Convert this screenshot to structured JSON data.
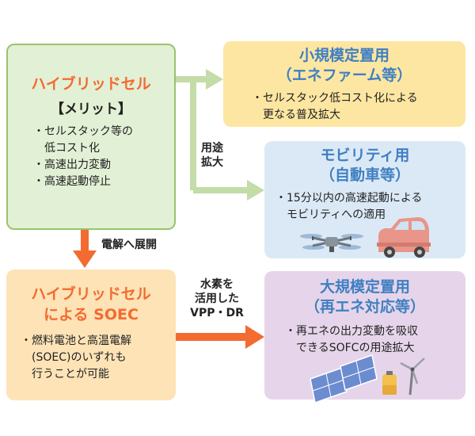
{
  "hybrid": {
    "title": "ハイブリッドセル",
    "merit": "【メリット】",
    "bullets": [
      "・セルスタック等の",
      "　低コスト化",
      "・高速出力変動",
      "・高速起動停止"
    ]
  },
  "small": {
    "title1": "小規模定置用",
    "title2": "（エネファーム等）",
    "bullets": [
      "・セルスタック低コスト化による",
      "　更なる普及拡大"
    ]
  },
  "mobility": {
    "title1": "モビリティ用",
    "title2": "（自動車等）",
    "bullets": [
      "・15分以内の高速起動による",
      "　モビリティへの適用"
    ]
  },
  "soec": {
    "title1": "ハイブリッドセル",
    "title2": "による SOEC",
    "bullets": [
      "・燃料電池と高温電解",
      "　(SOEC)のいずれも",
      "　行うことが可能"
    ]
  },
  "large": {
    "title1": "大規模定置用",
    "title2": "（再エネ対応等）",
    "bullets": [
      "・再エネの出力変動を吸収",
      "　できるSOFCの用途拡大"
    ]
  },
  "labels": {
    "use1": "用途",
    "use2": "拡大",
    "electrolysis": "電解へ展開",
    "hydro1": "水素を",
    "hydro2": "活用した",
    "hydro3": "VPP・DR"
  },
  "colors": {
    "arrow_green": "#c3dca8",
    "arrow_orange": "#f36b30",
    "title_red": "#f36b30",
    "title_blue": "#3f7fc2"
  }
}
